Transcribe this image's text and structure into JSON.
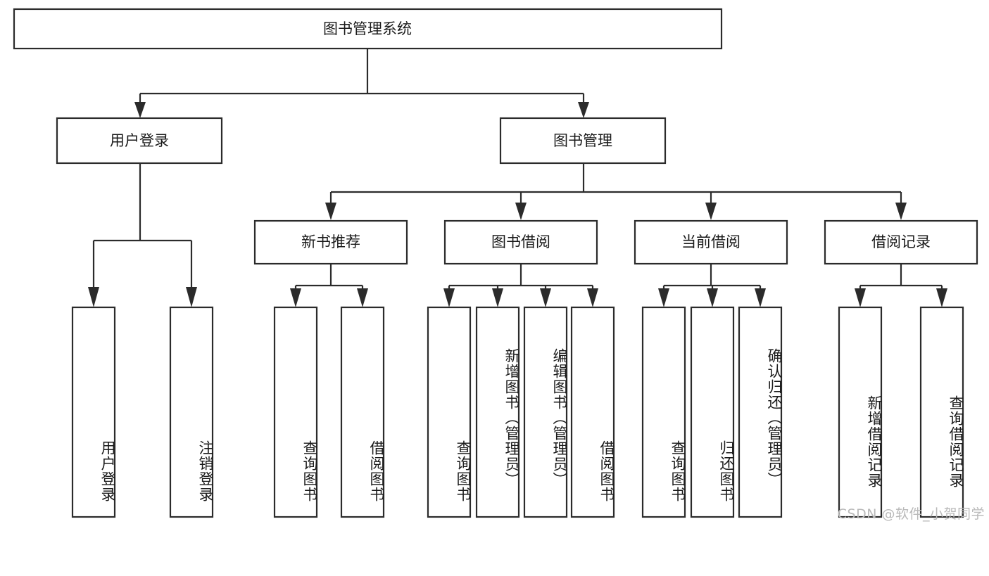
{
  "diagram": {
    "title": "图书管理系统",
    "type": "tree",
    "watermark": "CSDN @软件_小贺同学",
    "root": {
      "id": "root",
      "label": "图书管理系统"
    },
    "level2": [
      {
        "id": "user-login",
        "label": "用户登录"
      },
      {
        "id": "book-manage",
        "label": "图书管理"
      }
    ],
    "level3": [
      {
        "id": "new-book-rec",
        "label": "新书推荐",
        "parent": "book-manage"
      },
      {
        "id": "book-borrow",
        "label": "图书借阅",
        "parent": "book-manage"
      },
      {
        "id": "current-borrow",
        "label": "当前借阅",
        "parent": "book-manage"
      },
      {
        "id": "borrow-record",
        "label": "借阅记录",
        "parent": "book-manage"
      }
    ],
    "leaves": {
      "user-login": [
        {
          "id": "leaf-user-login",
          "label": "用户登录"
        },
        {
          "id": "leaf-logout",
          "label": "注销登录"
        }
      ],
      "new-book-rec": [
        {
          "id": "leaf-query-book-1",
          "label": "查询图书"
        },
        {
          "id": "leaf-borrow-book-1",
          "label": "借阅图书"
        }
      ],
      "book-borrow": [
        {
          "id": "leaf-query-book-2",
          "label": "查询图书"
        },
        {
          "id": "leaf-add-book",
          "label": "新增图书（管理员）"
        },
        {
          "id": "leaf-edit-book",
          "label": "编辑图书（管理员）"
        },
        {
          "id": "leaf-borrow-book-2",
          "label": "借阅图书"
        }
      ],
      "current-borrow": [
        {
          "id": "leaf-query-book-3",
          "label": "查询图书"
        },
        {
          "id": "leaf-return-book",
          "label": "归还图书"
        },
        {
          "id": "leaf-confirm-return",
          "label": "确认归还（管理员）"
        }
      ],
      "borrow-record": [
        {
          "id": "leaf-add-record",
          "label": "新增借阅记录"
        },
        {
          "id": "leaf-query-record",
          "label": "查询借阅记录"
        }
      ]
    },
    "colors": {
      "stroke": "#2b2b2b",
      "fill": "#ffffff",
      "text": "#1a1a1a",
      "watermark": "#b9b9b9"
    }
  }
}
